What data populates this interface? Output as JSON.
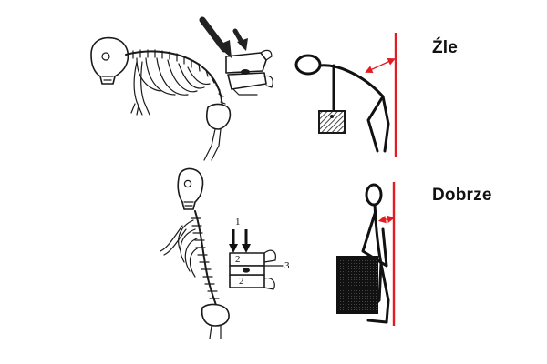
{
  "labels": {
    "bad": "Źle",
    "good": "Dobrze"
  },
  "callouts": {
    "force_marker": "1",
    "disc_top": "2",
    "disc_bottom": "2",
    "nucleus_marker": "3"
  },
  "colors": {
    "wall_line": "#e31b23",
    "ink": "#1a1a1a"
  },
  "icons": [
    "skeleton",
    "vertebra-disc",
    "stick-figure",
    "weight-box",
    "compression-arrow",
    "wall-line",
    "distance-arrow"
  ]
}
